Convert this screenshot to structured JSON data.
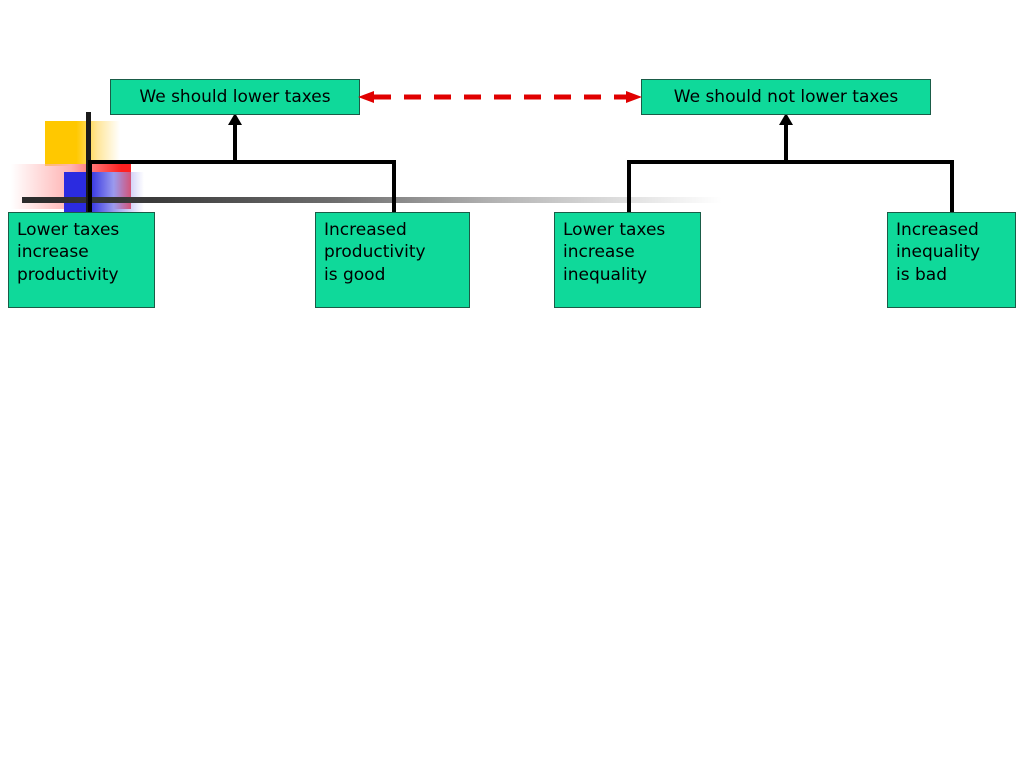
{
  "diagram": {
    "type": "argument-map",
    "title_claims": [
      {
        "id": "claim-pro",
        "label": "We should lower taxes"
      },
      {
        "id": "claim-con",
        "label": "We should not lower taxes"
      }
    ],
    "reasons": [
      {
        "id": "reason-1",
        "label": "Lower taxes\nincrease\nproductivity",
        "supports": "claim-pro"
      },
      {
        "id": "reason-2",
        "label": "Increased\nproductivity\nis good",
        "supports": "claim-pro"
      },
      {
        "id": "reason-3",
        "label": "Lower taxes\nincrease\ninequality",
        "supports": "claim-con"
      },
      {
        "id": "reason-4",
        "label": "Increased\ninequality\nis bad",
        "supports": "claim-con"
      }
    ],
    "relations": [
      {
        "id": "conflict",
        "kind": "mutual-conflict",
        "style": "dashed",
        "from": "claim-pro",
        "to": "claim-con",
        "bidirectional": true
      }
    ],
    "colors": {
      "node_fill": "#0FD99A",
      "node_border": "#1a5c47",
      "connector": "#000000",
      "conflict": "#E00000",
      "deco_yellow": "#FFC800",
      "deco_red": "#FF2020",
      "deco_blue": "#2B2BE0",
      "deco_rule": "#2b2b2b"
    },
    "decoration": {
      "yellow_block": "yellow-gradient-block",
      "red_block": "red-gradient-block",
      "blue_block": "blue-gradient-block",
      "horizontal_rule": "fading-horizontal-rule",
      "vertical_rule": "vertical-rule"
    }
  }
}
